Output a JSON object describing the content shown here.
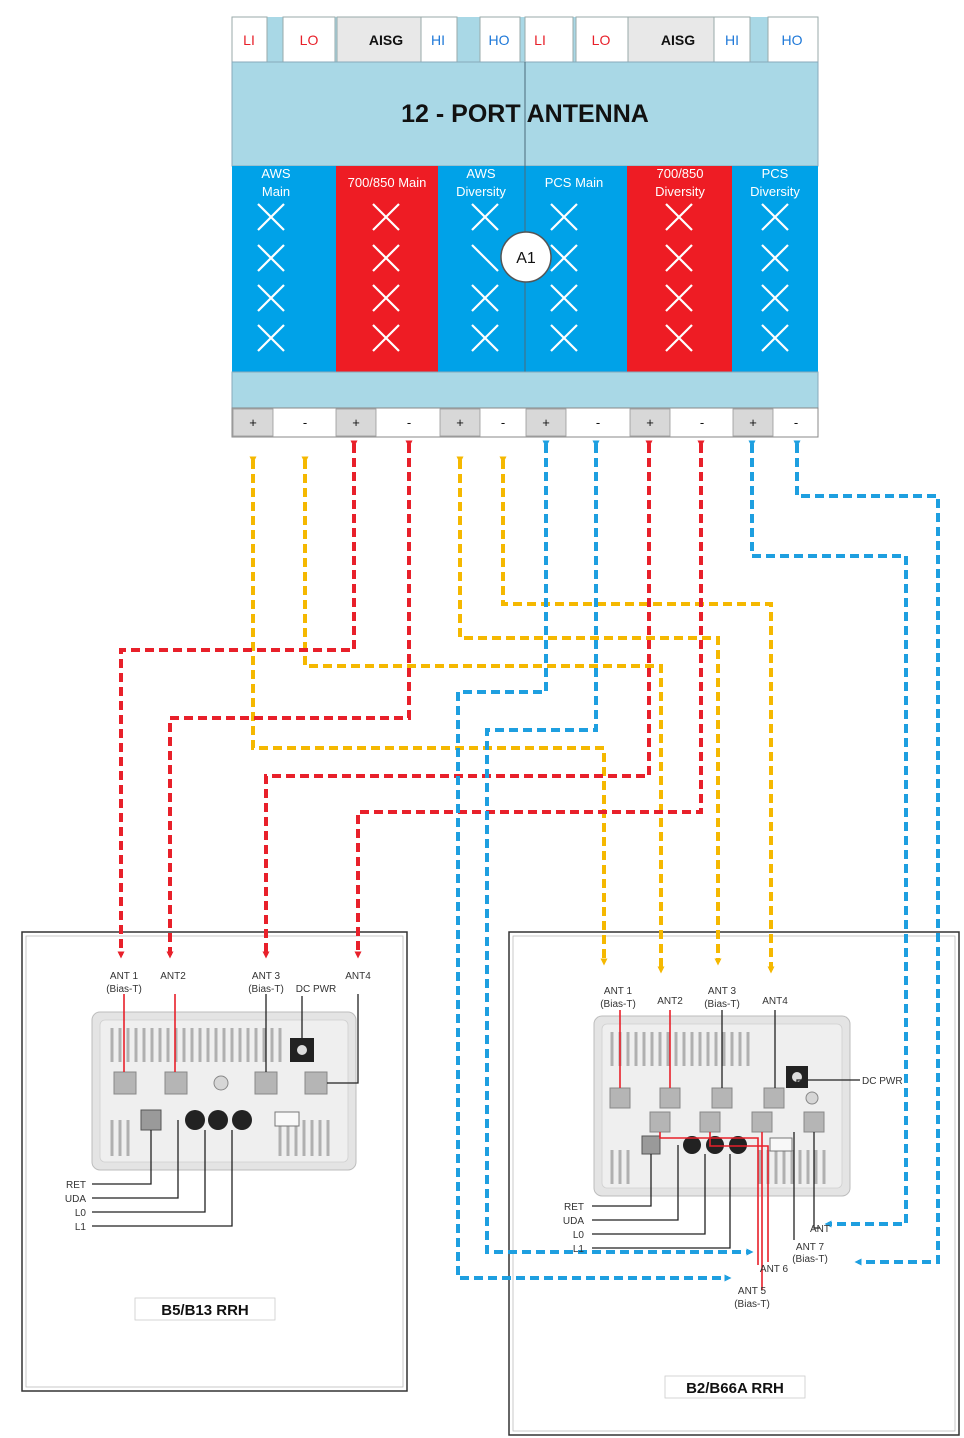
{
  "antenna": {
    "title": "12 - PORT ANTENNA",
    "hub_label": "A1",
    "ports": [
      "LI",
      "LO",
      "AISG",
      "HI",
      "HO",
      "LI",
      "LO",
      "AISG",
      "HI",
      "HO"
    ],
    "bands": [
      {
        "line1": "AWS",
        "line2": "Main"
      },
      {
        "line1": "700/850 Main",
        "line2": ""
      },
      {
        "line1": "AWS",
        "line2": "Diversity"
      },
      {
        "line1": "PCS Main",
        "line2": ""
      },
      {
        "line1": "700/850",
        "line2": "Diversity"
      },
      {
        "line1": "PCS",
        "line2": "Diversity"
      }
    ],
    "terminals": [
      "+",
      "-",
      "+",
      "-",
      "+",
      "-",
      "+",
      "-",
      "+",
      "-",
      "+",
      "-"
    ]
  },
  "rrh_left": {
    "title": "B5/B13 RRH",
    "ant1": "ANT 1",
    "ant1_sub": "(Bias-T)",
    "ant2": "ANT2",
    "ant3": "ANT 3",
    "ant3_sub": "(Bias-T)",
    "dc_pwr": "DC  PWR",
    "ant4": "ANT4",
    "side_labels": [
      "RET",
      "UDA",
      "L0",
      "L1"
    ]
  },
  "rrh_right": {
    "title": "B2/B66A RRH",
    "ant1": "ANT 1",
    "ant1_sub": "(Bias-T)",
    "ant2": "ANT2",
    "ant3": "ANT 3",
    "ant3_sub": "(Bias-T)",
    "ant4": "ANT4",
    "dc_pwr": "DC  PWR",
    "side_labels": [
      "RET",
      "UDA",
      "L0",
      "L1"
    ],
    "ant_x": "ANT",
    "ant7": "ANT 7",
    "ant7_sub": "(Bias-T)",
    "ant6": "ANT 6",
    "ant5": "ANT 5",
    "ant5_sub": "(Bias-T)"
  },
  "colors": {
    "light_blue": "#a9d8e6",
    "band_blue": "#00a2e8",
    "band_red": "#ee1c24",
    "cable_red": "#e8202a",
    "cable_yellow": "#f5b800",
    "cable_blue": "#1e9fe0"
  }
}
